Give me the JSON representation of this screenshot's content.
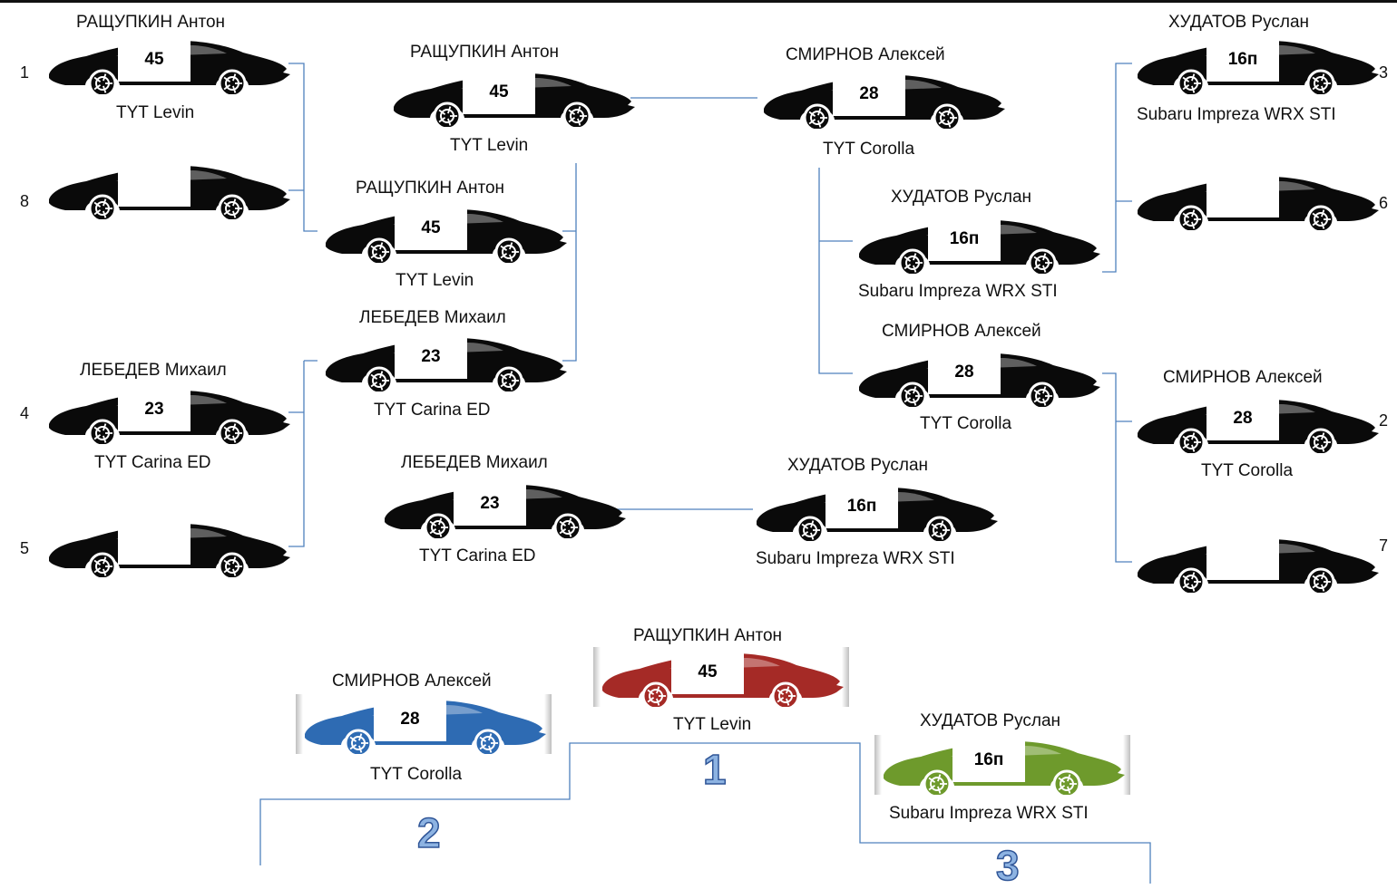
{
  "players": {
    "rashchupkin": "РАЩУПКИН Антон",
    "smirnov": "СМИРНОВ Алексей",
    "khudatov": "ХУДАТОВ Руслан",
    "lebedev": "ЛЕБЕДЕВ Михаил"
  },
  "cars": {
    "levin": "TYT Levin",
    "corolla": "TYT Corolla",
    "carina": "TYT Carina ED",
    "wrx": "Subaru Impreza WRX STI"
  },
  "numbers": {
    "rashchupkin": "45",
    "smirnov": "28",
    "khudatov": "16п",
    "lebedev": "23"
  },
  "seeds": {
    "s1": "1",
    "s2": "2",
    "s3": "3",
    "s4": "4",
    "s5": "5",
    "s6": "6",
    "s7": "7",
    "s8": "8"
  },
  "places": {
    "first": "1",
    "second": "2",
    "third": "3"
  },
  "colors": {
    "car_default": "#0a0a0a",
    "car_first": "#a52a26",
    "car_second": "#2e6bb3",
    "car_third": "#6e9a2c",
    "bracket_line": "#4f81bd",
    "place_fill": "#8db3e2"
  }
}
